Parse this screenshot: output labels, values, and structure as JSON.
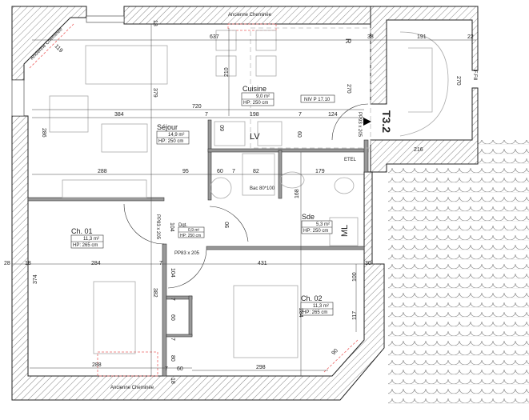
{
  "labels": {
    "chimney_top": "Ancienne Cheminée",
    "chimney_diag": "Ancienne Cheminée",
    "chimney_bottom": "Ancienne Cheminée",
    "unit": "T3.2",
    "level": "NIV P 17.10",
    "etel": "ETEL",
    "lv": "LV",
    "ml": "ML",
    "r": "R",
    "fill": "F.Fill",
    "bac": "Bac 80*100",
    "door_entry": "PP93 x 205",
    "door_ch01": "PP83 x 205",
    "door_ch02": "PP83 x 205"
  },
  "rooms": [
    {
      "name": "Cuisine",
      "area": "9,0 m²",
      "height": "HP: 250 cm"
    },
    {
      "name": "Séjour",
      "area": "14,9 m²",
      "height": "HP: 250 cm"
    },
    {
      "name": "Dgt.",
      "area": "0,9 m²",
      "height": "HP: 250 cm"
    },
    {
      "name": "Sde",
      "area": "5,3 m²",
      "height": "HP: 250 cm"
    },
    {
      "name": "Ch. 01",
      "area": "11,3 m²",
      "height": "HP: 265 cm"
    },
    {
      "name": "Ch. 02",
      "area": "11,3 m²",
      "height": "HP: 265 cm"
    }
  ],
  "dims": [
    "119",
    "637",
    "38",
    "191",
    "22",
    "210",
    "270",
    "270",
    "379",
    "286",
    "18",
    "720",
    "384",
    "7",
    "198",
    "7",
    "124",
    "60",
    "60",
    "216",
    "288",
    "95",
    "60",
    "7",
    "82",
    "179",
    "168",
    "90",
    "104",
    "28",
    "18",
    "284",
    "7",
    "431",
    "30",
    "100",
    "374",
    "382",
    "104",
    "7",
    "60",
    "7",
    "80",
    "60",
    "7",
    "18",
    "284",
    "117",
    "90",
    "288",
    "298"
  ],
  "colors": {
    "wall_line": "#222222",
    "dimension_red": "#e66666",
    "furniture": "#aaaaaa"
  }
}
